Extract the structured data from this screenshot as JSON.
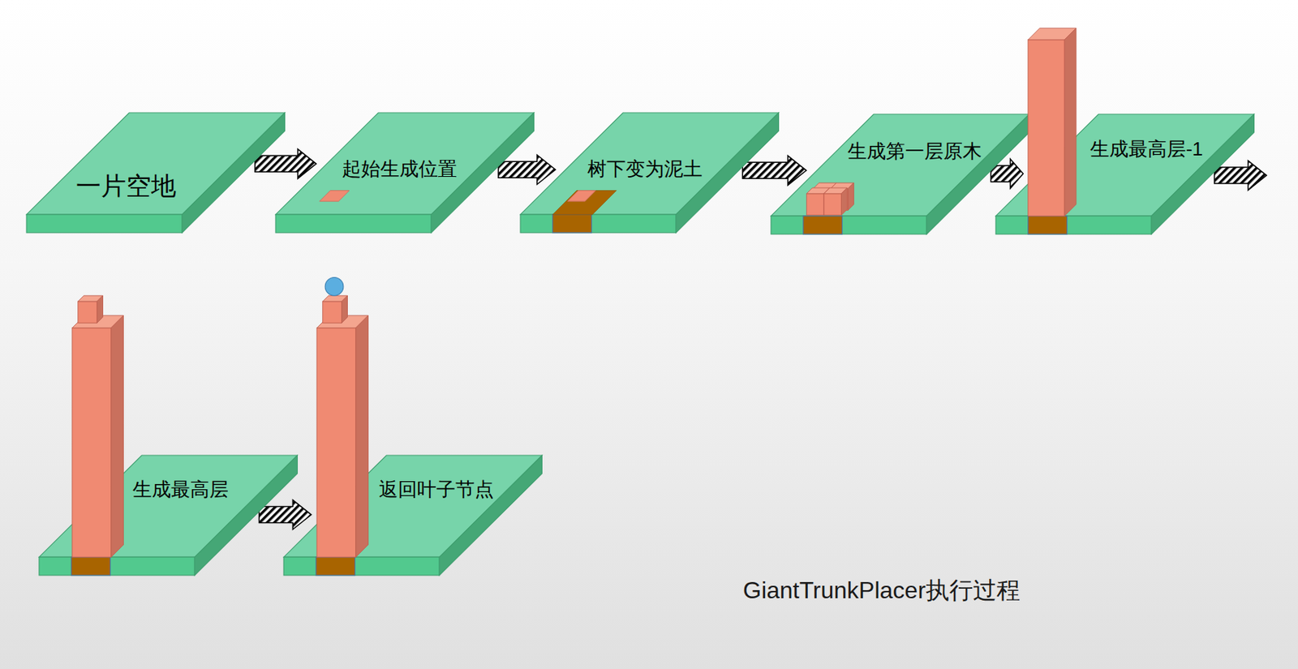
{
  "diagram": {
    "caption": "GiantTrunkPlacer执行过程",
    "nodes": [
      {
        "text": [
          "一片空地"
        ]
      },
      {
        "text": [
          "起始生成位置"
        ]
      },
      {
        "text": [
          "树下变为泥土"
        ]
      },
      {
        "text": [
          "生成第一层原木"
        ]
      },
      {
        "text": [
          "生成最高层-1"
        ]
      },
      {
        "text": [
          "生成最高层"
        ]
      },
      {
        "text": [
          "返回叶子节点"
        ]
      }
    ],
    "edges": [
      {
        "from": 0,
        "to": 1,
        "arrow": "to"
      },
      {
        "from": 1,
        "to": 2,
        "arrow": "to"
      },
      {
        "from": 2,
        "to": 3,
        "arrow": "to"
      },
      {
        "from": 3,
        "to": 4,
        "arrow": "to"
      },
      {
        "from": 4,
        "to": 5,
        "arrow": "to"
      },
      {
        "from": 5,
        "to": 6,
        "arrow": "to"
      }
    ]
  }
}
